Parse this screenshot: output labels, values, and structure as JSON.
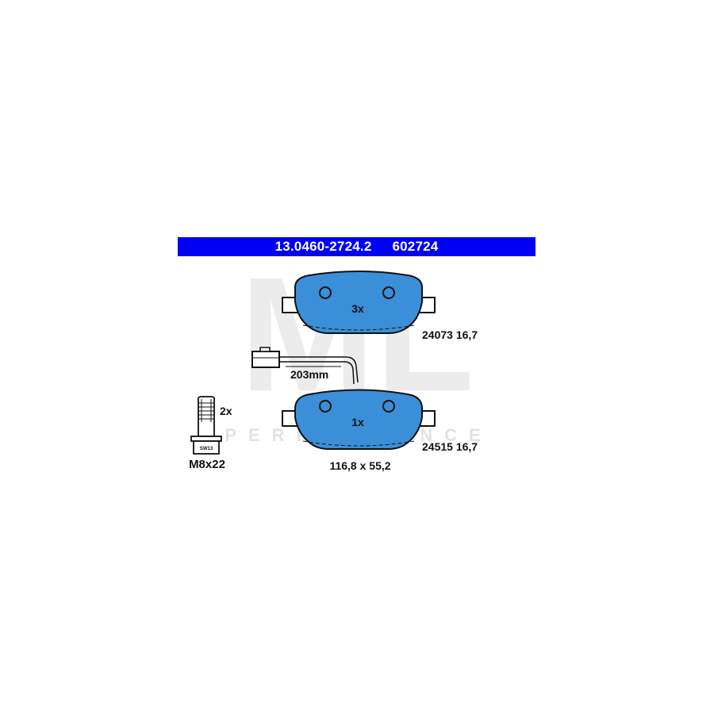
{
  "colors": {
    "banner_bg": "#0000f5",
    "banner_text": "#ffffff",
    "pad_fill": "#3a8fd8",
    "outline": "#111111",
    "watermark": "#e6e6e6"
  },
  "header": {
    "part_number": "13.0460-2724.2",
    "ref_number": "602724"
  },
  "top_pad": {
    "quantity": "3x",
    "spec": "24073 16,7"
  },
  "bottom_pad": {
    "quantity": "1x",
    "spec": "24515 16,7",
    "dimensions": "116,8 x 55,2"
  },
  "sensor": {
    "length": "203mm"
  },
  "bolt": {
    "quantity": "2x",
    "size": "M8x22",
    "head_marking": "SW13"
  },
  "watermark": {
    "letters": "ML",
    "subtext": "PERFORMANCE"
  }
}
